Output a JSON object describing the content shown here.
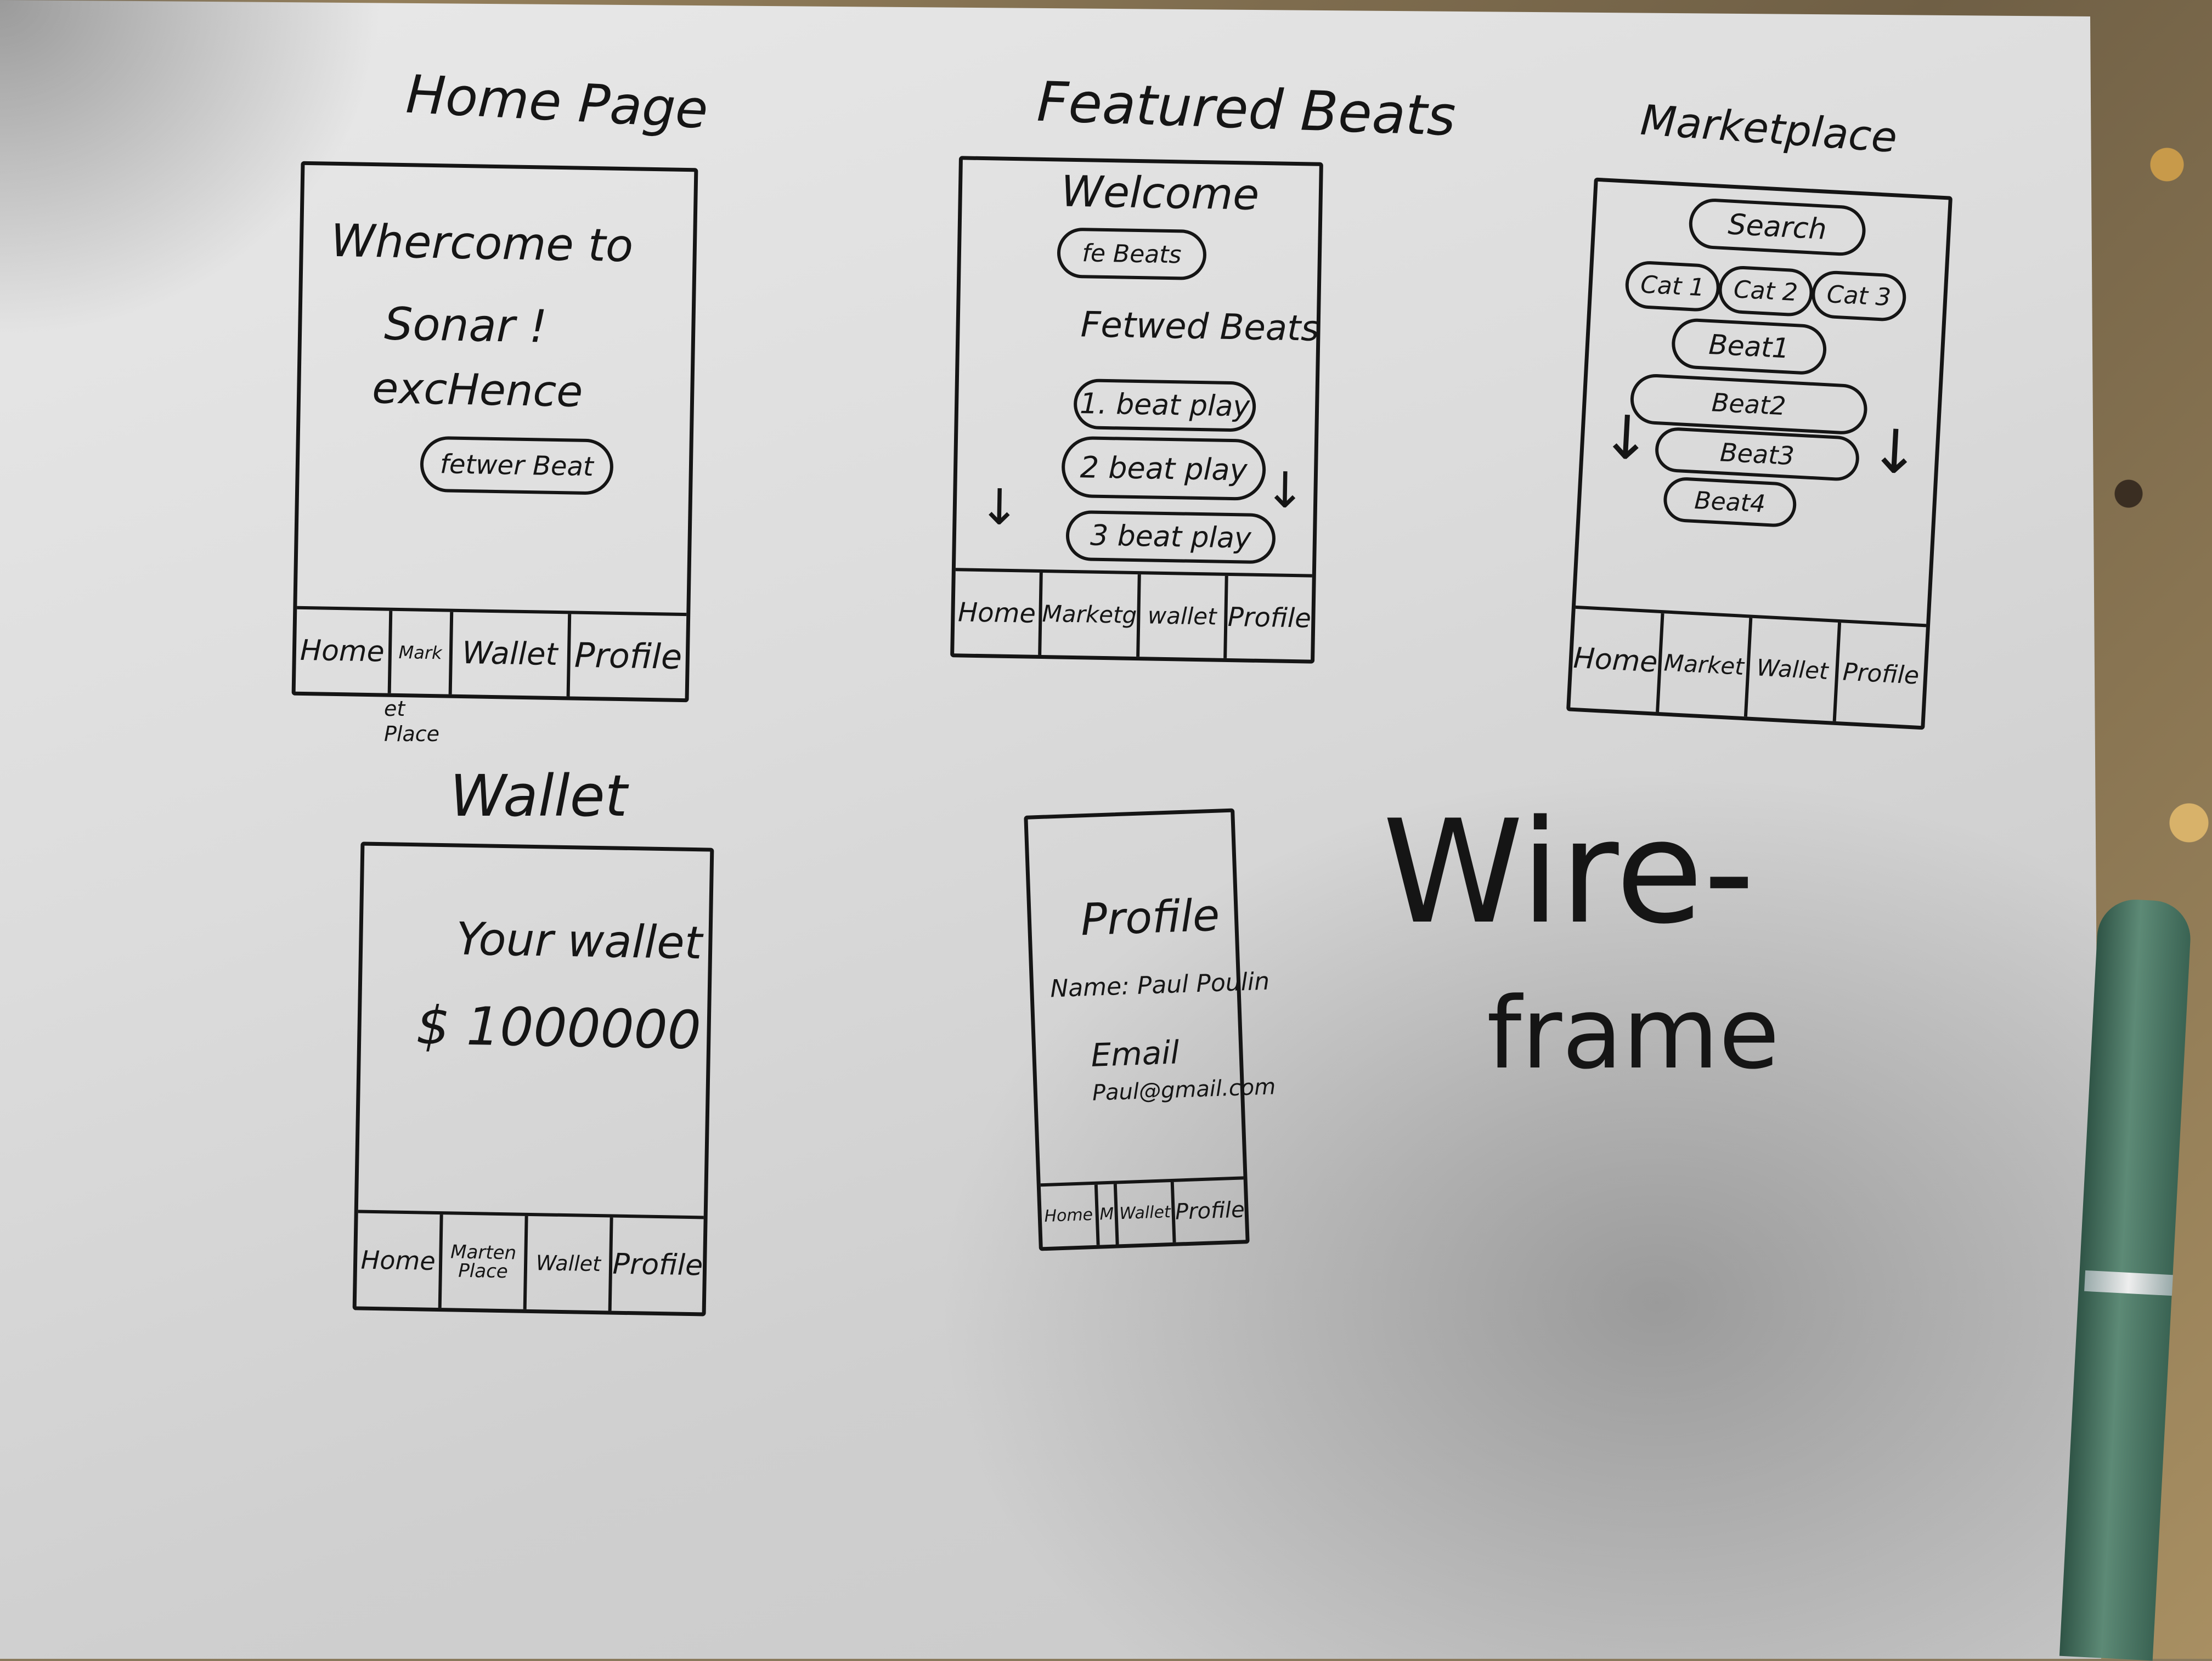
{
  "page_title": "Wire-\nframe",
  "title_line1": "Wire-",
  "title_line2": "frame",
  "home": {
    "heading": "Home Page",
    "welcome_line1": "Whercome to",
    "welcome_line2": "Sonar !",
    "welcome_line3": "excHence",
    "button": "fetwer Beat",
    "nav": [
      "Home",
      "Mark",
      "Wallet",
      "Profile"
    ],
    "nav_note": "et Place"
  },
  "featured": {
    "heading": "Featured Beats",
    "welcome": "Welcome",
    "welcome_button": "fe Beats",
    "section": "Fetwed Beats",
    "items": [
      "1. beat play",
      "2 beat play",
      "3 beat play"
    ],
    "nav": [
      "Home",
      "Marketg",
      "wallet",
      "Profile"
    ]
  },
  "marketplace": {
    "heading": "Marketplace",
    "search": "Search",
    "categories": [
      "Cat 1",
      "Cat 2",
      "Cat 3"
    ],
    "items": [
      "Beat1",
      "Beat2",
      "Beat3",
      "Beat4"
    ],
    "nav": [
      "Home",
      "Market",
      "Wallet",
      "Profile"
    ]
  },
  "wallet": {
    "heading": "Wallet",
    "label": "Your wallet",
    "balance": "$ 1000000",
    "nav": [
      "Home",
      "Marten Place",
      "Wallet",
      "Profile"
    ]
  },
  "profile": {
    "heading": "Profile",
    "name": "Name: Paul Poulin",
    "email_label": "Email",
    "email": "Paul@gmail.com",
    "nav": [
      "Home",
      "M",
      "Wallet",
      "Profile"
    ]
  }
}
